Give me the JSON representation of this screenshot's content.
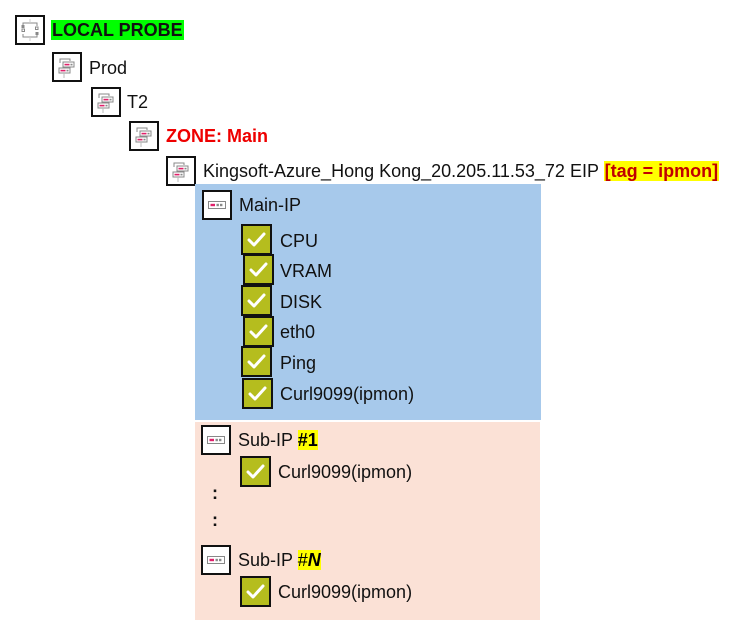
{
  "tree": {
    "root": {
      "label": "LOCAL PROBE",
      "icon": "probe-icon",
      "highlight": "#00ff00"
    },
    "group": {
      "label": "Prod",
      "icon": "group-icon"
    },
    "subgroup": {
      "label": "T2",
      "icon": "group-icon"
    },
    "zone": {
      "label": "ZONE: Main",
      "icon": "group-icon",
      "color": "#ee0000"
    },
    "device": {
      "label": "Kingsoft-Azure_Hong Kong_20.205.11.53_72 EIP",
      "tag": "[tag = ipmon]",
      "icon": "group-icon"
    },
    "main_ip": {
      "label": "Main-IP",
      "icon": "device-icon",
      "background": "#a7c9eb",
      "sensors": [
        {
          "label": "CPU",
          "checked": true
        },
        {
          "label": "VRAM",
          "checked": true
        },
        {
          "label": "DISK",
          "checked": true
        },
        {
          "label": "eth0",
          "checked": true
        },
        {
          "label": "Ping",
          "checked": true
        },
        {
          "label": "Curl9099(ipmon)",
          "checked": true
        }
      ]
    },
    "sub_ips": {
      "background": "#fbe1d6",
      "ellipsis": ":",
      "items": [
        {
          "label": "Sub-IP",
          "number": "#1",
          "sensors": [
            {
              "label": "Curl9099(ipmon)",
              "checked": true
            }
          ]
        },
        {
          "label": "Sub-IP",
          "number_prefix": "#",
          "number": "N",
          "sensors": [
            {
              "label": "Curl9099(ipmon)",
              "checked": true
            }
          ]
        }
      ]
    }
  },
  "colors": {
    "check_fill": "#b5bd1e",
    "tag_bg": "#ffff00",
    "tag_text": "#c00000"
  }
}
